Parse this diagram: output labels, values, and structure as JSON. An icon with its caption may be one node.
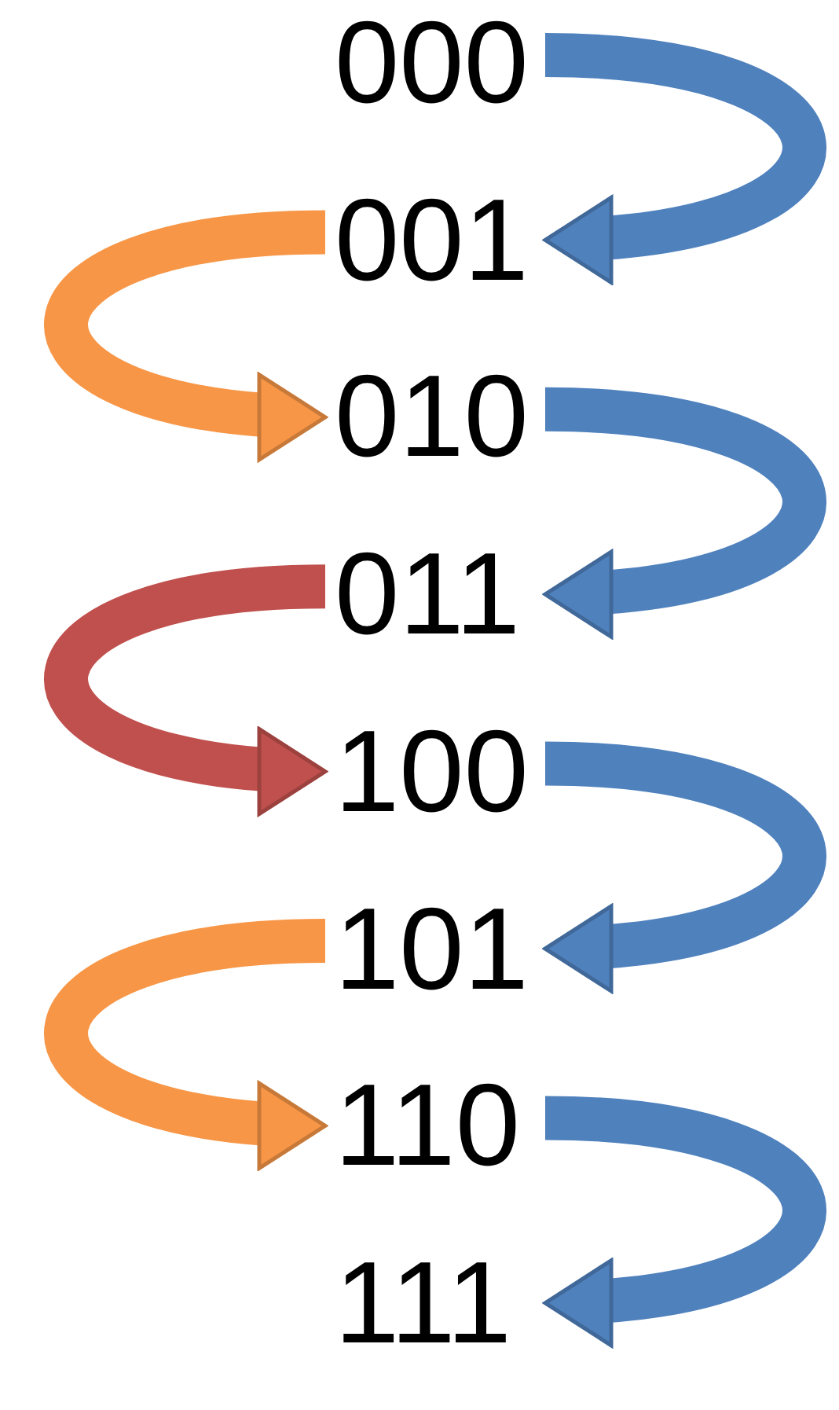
{
  "diagram": {
    "nodes": [
      {
        "text": [
          "000"
        ]
      },
      {
        "text": [
          "001"
        ]
      },
      {
        "text": [
          "010"
        ]
      },
      {
        "text": [
          "011"
        ]
      },
      {
        "text": [
          "100"
        ]
      },
      {
        "text": [
          "101"
        ]
      },
      {
        "text": [
          "110"
        ]
      },
      {
        "text": [
          "111"
        ]
      }
    ],
    "edges": [
      {
        "from": 0,
        "to": 1,
        "arrow": "to"
      },
      {
        "from": 1,
        "to": 2,
        "arrow": "to",
        "color": "#f79646"
      },
      {
        "from": 2,
        "to": 3,
        "arrow": "to"
      },
      {
        "from": 3,
        "to": 4,
        "arrow": "to",
        "color": "#c0504d"
      },
      {
        "from": 4,
        "to": 5,
        "arrow": "to"
      },
      {
        "from": 5,
        "to": 6,
        "arrow": "to",
        "color": "#f79646"
      },
      {
        "from": 6,
        "to": 7,
        "arrow": "to"
      }
    ]
  }
}
